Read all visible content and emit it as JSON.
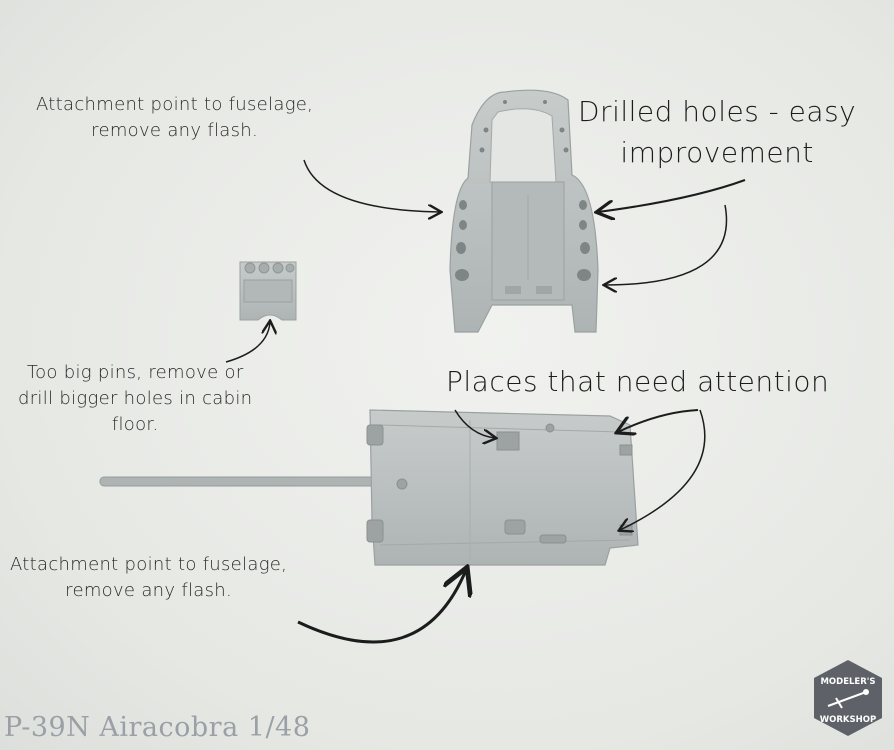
{
  "annotations": {
    "fuselage_top": [
      "Attachment point to fuselage,",
      "remove any flash."
    ],
    "drilled_holes": [
      "Drilled holes - easy",
      "improvement"
    ],
    "pins": [
      "Too big pins, remove or",
      "drill bigger holes in cabin",
      "floor."
    ],
    "attention": "Places that need attention",
    "fuselage_bottom": [
      "Attachment point to fuselage,",
      "remove any flash."
    ]
  },
  "caption": "P-39N Airacobra 1/48",
  "logo": {
    "line1": "MODELER'S",
    "line2": "WORKSHOP"
  },
  "colors": {
    "background": "#e7e9e6",
    "plastic": "#b9bfbf",
    "ink": "#1c1c1c",
    "logo": "#5e6167"
  }
}
